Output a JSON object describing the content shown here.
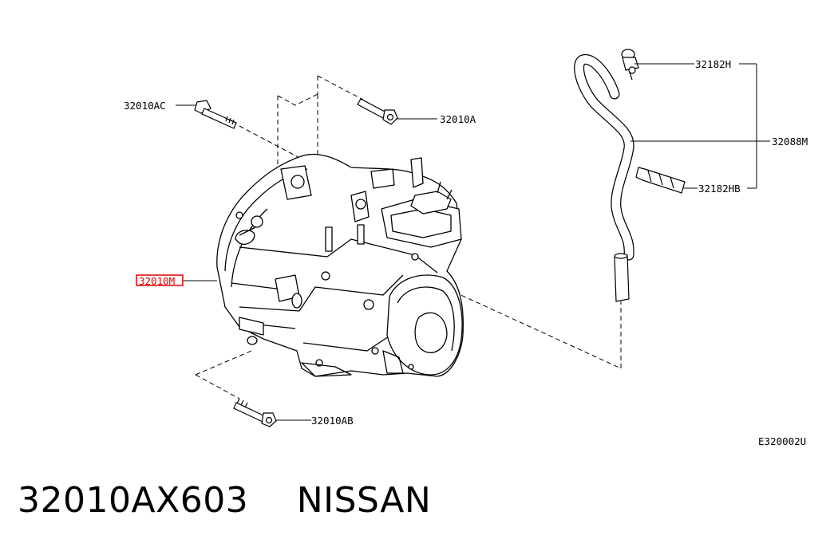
{
  "diagram": {
    "callouts": {
      "bolt_ac": "32010AC",
      "bolt_a": "32010A",
      "transaxle": "32010M",
      "bolt_ab": "32010AB",
      "hose_clip_top": "32182H",
      "breather_hose": "32088M",
      "hose_clip_lower": "32182HB"
    },
    "illustration_code": "E320002U",
    "highlight_color": "#e00000"
  },
  "footer": {
    "part_number": "32010AX603",
    "brand": "NISSAN"
  }
}
